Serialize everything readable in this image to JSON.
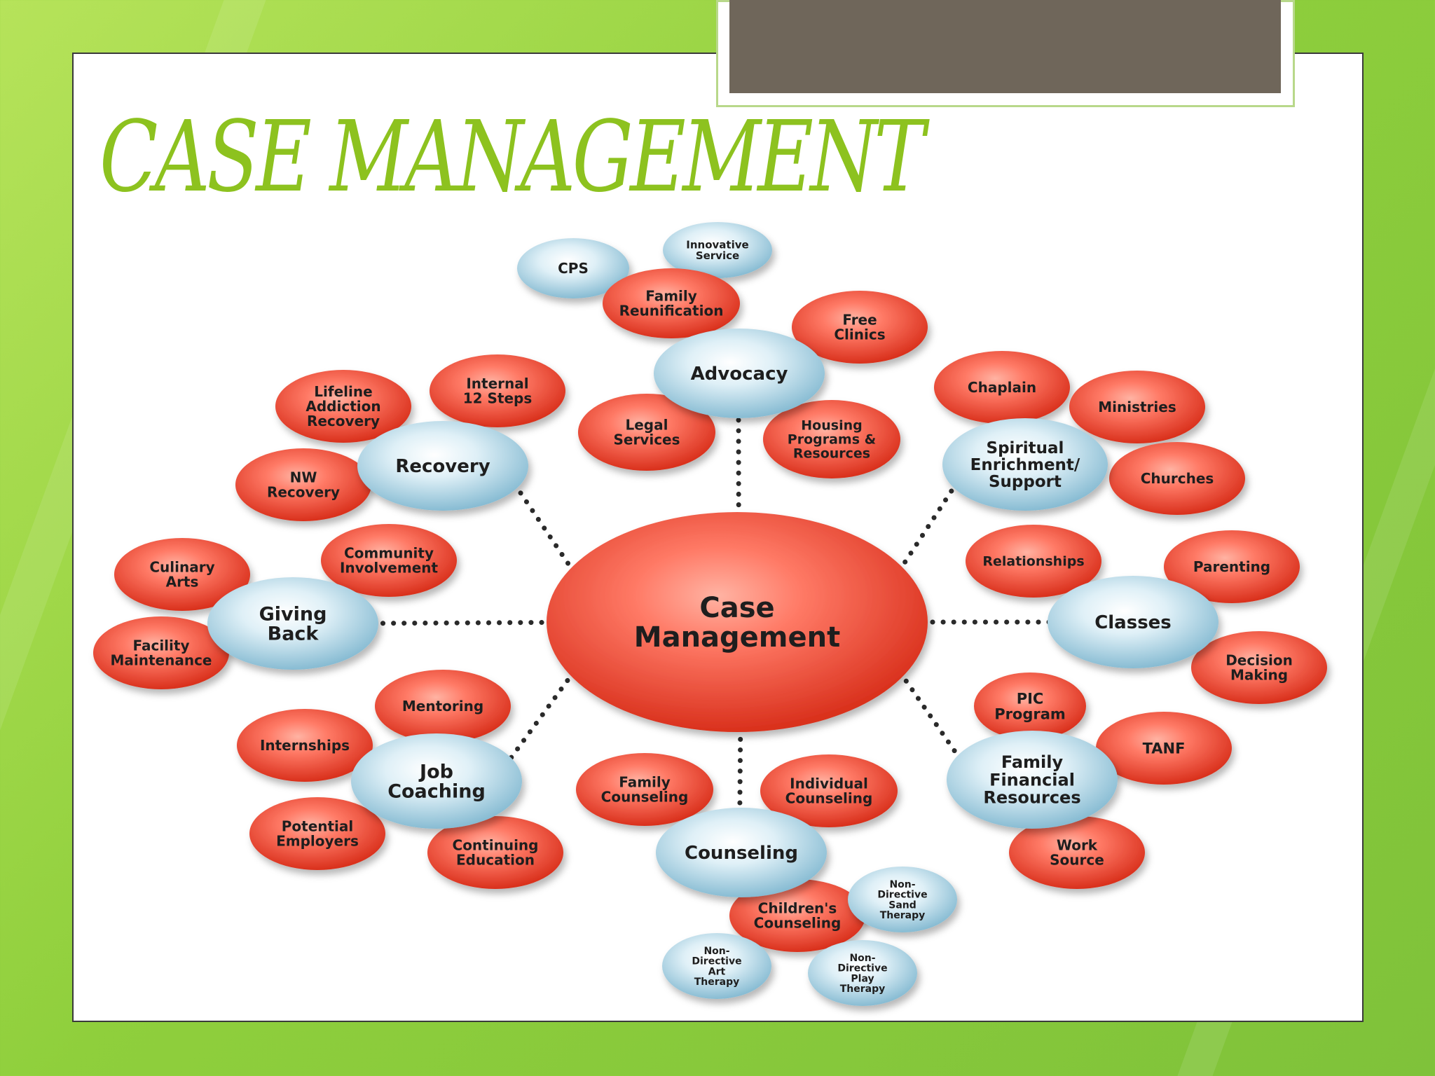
{
  "slide": {
    "title": "CASE MANAGEMENT"
  },
  "diagram": {
    "colors": {
      "red_light": "#ff7a66",
      "red_dark": "#d9301c",
      "blue_light": "#dff0f7",
      "blue_dark": "#88bcd3",
      "title": "#8dc21f",
      "tab": "#6f665a"
    },
    "center": {
      "label": [
        "Case",
        "Management"
      ]
    },
    "clusters": [
      {
        "hub": [
          "Advocacy"
        ],
        "satellites": [
          {
            "label": [
              "CPS"
            ],
            "color": "blue"
          },
          {
            "label": [
              "Innovative",
              "Service"
            ],
            "color": "blue"
          },
          {
            "label": [
              "Family",
              "Reunification"
            ],
            "color": "red"
          },
          {
            "label": [
              "Free",
              "Clinics"
            ],
            "color": "red"
          },
          {
            "label": [
              "Legal",
              "Services"
            ],
            "color": "red"
          },
          {
            "label": [
              "Housing",
              "Programs &",
              "Resources"
            ],
            "color": "red"
          }
        ]
      },
      {
        "hub": [
          "Spiritual",
          "Enrichment/",
          "Support"
        ],
        "satellites": [
          {
            "label": [
              "Chaplain"
            ],
            "color": "red"
          },
          {
            "label": [
              "Ministries"
            ],
            "color": "red"
          },
          {
            "label": [
              "Churches"
            ],
            "color": "red"
          }
        ]
      },
      {
        "hub": [
          "Classes"
        ],
        "satellites": [
          {
            "label": [
              "Relationships"
            ],
            "color": "red"
          },
          {
            "label": [
              "Parenting"
            ],
            "color": "red"
          },
          {
            "label": [
              "Decision",
              "Making"
            ],
            "color": "red"
          }
        ]
      },
      {
        "hub": [
          "Family",
          "Financial",
          "Resources"
        ],
        "satellites": [
          {
            "label": [
              "PIC",
              "Program"
            ],
            "color": "red"
          },
          {
            "label": [
              "TANF"
            ],
            "color": "red"
          },
          {
            "label": [
              "Work",
              "Source"
            ],
            "color": "red"
          }
        ]
      },
      {
        "hub": [
          "Counseling"
        ],
        "satellites": [
          {
            "label": [
              "Family",
              "Counseling"
            ],
            "color": "red"
          },
          {
            "label": [
              "Individual",
              "Counseling"
            ],
            "color": "red"
          },
          {
            "label": [
              "Children's",
              "Counseling"
            ],
            "color": "red"
          },
          {
            "label": [
              "Non-",
              "Directive",
              "Sand",
              "Therapy"
            ],
            "color": "blue"
          },
          {
            "label": [
              "Non-",
              "Directive",
              "Art",
              "Therapy"
            ],
            "color": "blue"
          },
          {
            "label": [
              "Non-",
              "Directive",
              "Play",
              "Therapy"
            ],
            "color": "blue"
          }
        ]
      },
      {
        "hub": [
          "Job",
          "Coaching"
        ],
        "satellites": [
          {
            "label": [
              "Mentoring"
            ],
            "color": "red"
          },
          {
            "label": [
              "Internships"
            ],
            "color": "red"
          },
          {
            "label": [
              "Potential",
              "Employers"
            ],
            "color": "red"
          },
          {
            "label": [
              "Continuing",
              "Education"
            ],
            "color": "red"
          }
        ]
      },
      {
        "hub": [
          "Giving",
          "Back"
        ],
        "satellites": [
          {
            "label": [
              "Culinary",
              "Arts"
            ],
            "color": "red"
          },
          {
            "label": [
              "Community",
              "Involvement"
            ],
            "color": "red"
          },
          {
            "label": [
              "Facility",
              "Maintenance"
            ],
            "color": "red"
          }
        ]
      },
      {
        "hub": [
          "Recovery"
        ],
        "satellites": [
          {
            "label": [
              "Lifeline",
              "Addiction",
              "Recovery"
            ],
            "color": "red"
          },
          {
            "label": [
              "Internal",
              "12 Steps"
            ],
            "color": "red"
          },
          {
            "label": [
              "NW",
              "Recovery"
            ],
            "color": "red"
          }
        ]
      }
    ]
  }
}
